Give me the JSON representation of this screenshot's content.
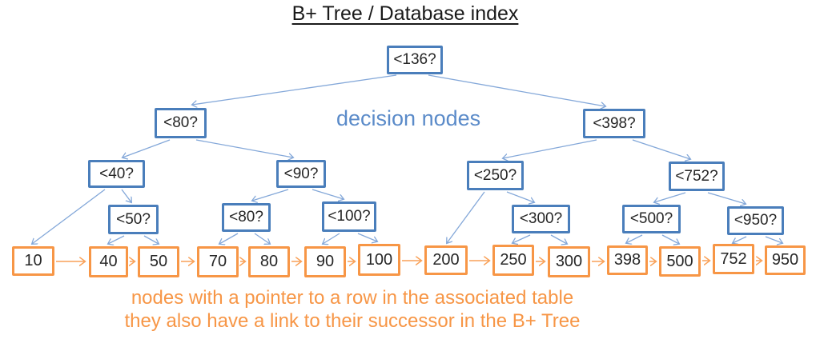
{
  "title": "B+ Tree / Database index",
  "labels": {
    "decision_nodes": "decision nodes",
    "caption_line1": "nodes with a pointer to a row in the associated table",
    "caption_line2": "they also have a link to their successor in the B+ Tree"
  },
  "colors": {
    "decision-border": "#4a7ebb",
    "decision-edge": "#84a8d9",
    "decision-label": "#5b8bc9",
    "leaf-border": "#f79646",
    "leaf-edge": "#f9a158",
    "caption-orange": "#f79646",
    "node-text": "#262626",
    "title-text": "#1a1a1a"
  },
  "tree": {
    "decision_nodes": [
      {
        "label": "<136?"
      },
      {
        "label": "<80?"
      },
      {
        "label": "<398?"
      },
      {
        "label": "<40?"
      },
      {
        "label": "<90?"
      },
      {
        "label": "<250?"
      },
      {
        "label": "<752?"
      },
      {
        "label": "<50?"
      },
      {
        "label": "<80?"
      },
      {
        "label": "<100?"
      },
      {
        "label": "<300?"
      },
      {
        "label": "<500?"
      },
      {
        "label": "<950?"
      }
    ],
    "leaf_nodes": [
      {
        "label": "10"
      },
      {
        "label": "40"
      },
      {
        "label": "50"
      },
      {
        "label": "70"
      },
      {
        "label": "80"
      },
      {
        "label": "90"
      },
      {
        "label": "100"
      },
      {
        "label": "200"
      },
      {
        "label": "250"
      },
      {
        "label": "300"
      },
      {
        "label": "398"
      },
      {
        "label": "500"
      },
      {
        "label": "752"
      },
      {
        "label": "950"
      }
    ]
  }
}
